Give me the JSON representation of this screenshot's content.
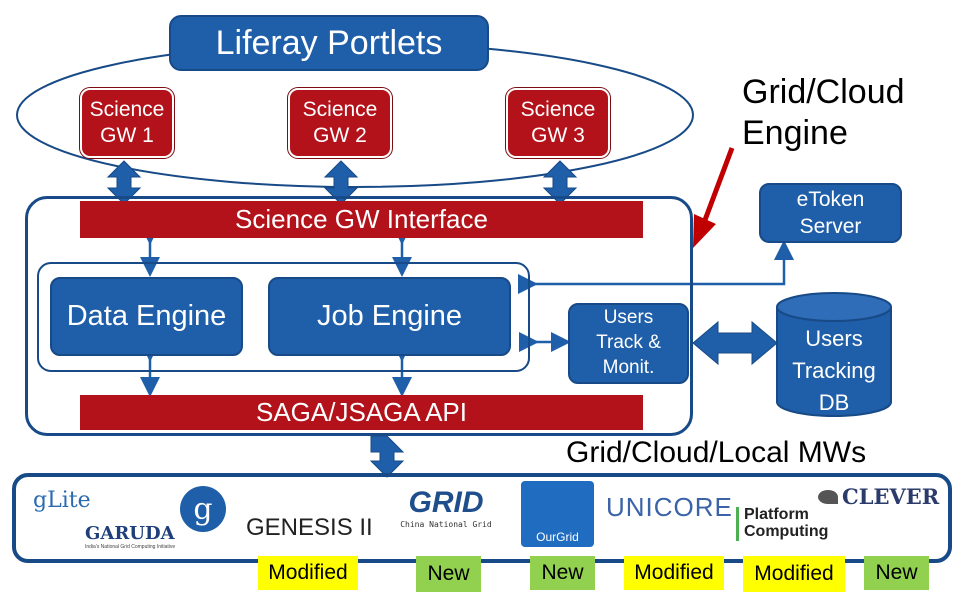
{
  "portlets": {
    "title": "Liferay Portlets"
  },
  "gateways": [
    {
      "line1": "Science",
      "line2": "GW 1"
    },
    {
      "line1": "Science",
      "line2": "GW 2"
    },
    {
      "line1": "Science",
      "line2": "GW 3"
    }
  ],
  "engine_label": {
    "line1": "Grid/Cloud",
    "line2": "Engine"
  },
  "interface_bar": "Science GW Interface",
  "data_engine": "Data Engine",
  "job_engine": "Job Engine",
  "api_bar": "SAGA/JSAGA API",
  "etoken": {
    "line1": "eToken",
    "line2": "Server"
  },
  "users_track": {
    "line1": "Users",
    "line2": "Track &",
    "line3": "Monit."
  },
  "users_db": {
    "line1": "Users",
    "line2": "Tracking",
    "line3": "DB"
  },
  "mw_label": "Grid/Cloud/Local MWs",
  "logos": {
    "glite": "gLite",
    "garuda": "GARUDA",
    "garuda_sub": "India's National Grid Computing Initiative",
    "g_mark": "g",
    "genesis": "GENESIS II",
    "grid": "GRID",
    "grid_sub": "China National Grid",
    "ourgrid": "OurGrid",
    "unicore": "UNICORE",
    "platform1": "Platform",
    "platform2": "Computing",
    "clever": "CLEVER"
  },
  "tags": [
    "Modified",
    "New",
    "New",
    "Modified",
    "Modified",
    "New"
  ],
  "colors": {
    "blue": "#1f5ea8",
    "red": "#b3121b",
    "yellow": "#ffff00",
    "green": "#92d050"
  }
}
